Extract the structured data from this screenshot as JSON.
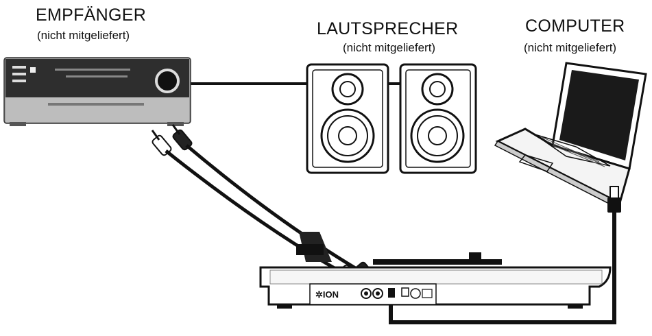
{
  "receiver": {
    "title": "EMPFÄNGER",
    "subtitle": "(nicht mitgeliefert)"
  },
  "speakers": {
    "title": "LAUTSPRECHER",
    "subtitle": "(nicht mitgeliefert)"
  },
  "computer": {
    "title": "COMPUTER",
    "subtitle": "(nicht mitgeliefert)"
  },
  "turntable": {
    "brand": "ION"
  }
}
